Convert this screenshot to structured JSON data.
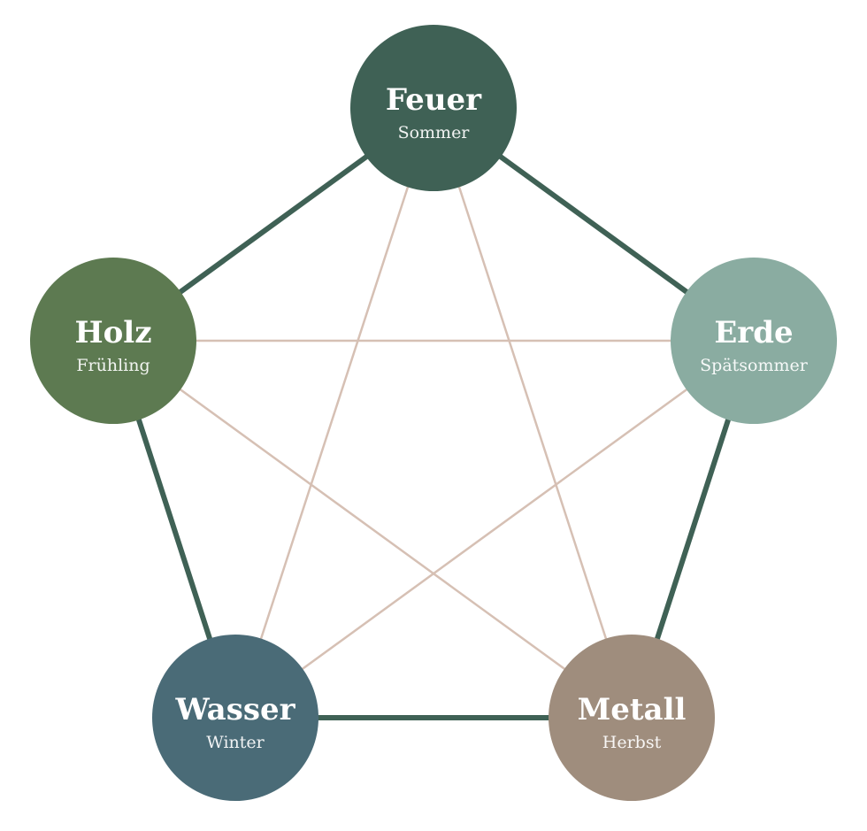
{
  "colors": {
    "cycle_line": "#3f6155",
    "star_line": "#d6c0b4",
    "background": "#ffffff"
  },
  "elements": [
    {
      "id": "feuer",
      "name": "Feuer",
      "season": "Sommer",
      "color": "#3f6155"
    },
    {
      "id": "erde",
      "name": "Erde",
      "season": "Spätsommer",
      "color": "#8aaca1"
    },
    {
      "id": "metall",
      "name": "Metall",
      "season": "Herbst",
      "color": "#9f8d7d"
    },
    {
      "id": "wasser",
      "name": "Wasser",
      "season": "Winter",
      "color": "#4a6b77"
    },
    {
      "id": "holz",
      "name": "Holz",
      "season": "Frühling",
      "color": "#5d7a51"
    }
  ],
  "cycle_edges": [
    [
      "feuer",
      "erde"
    ],
    [
      "erde",
      "metall"
    ],
    [
      "metall",
      "wasser"
    ],
    [
      "wasser",
      "holz"
    ],
    [
      "holz",
      "feuer"
    ]
  ],
  "star_edges": [
    [
      "feuer",
      "metall"
    ],
    [
      "feuer",
      "wasser"
    ],
    [
      "holz",
      "erde"
    ],
    [
      "holz",
      "metall"
    ],
    [
      "erde",
      "wasser"
    ]
  ]
}
